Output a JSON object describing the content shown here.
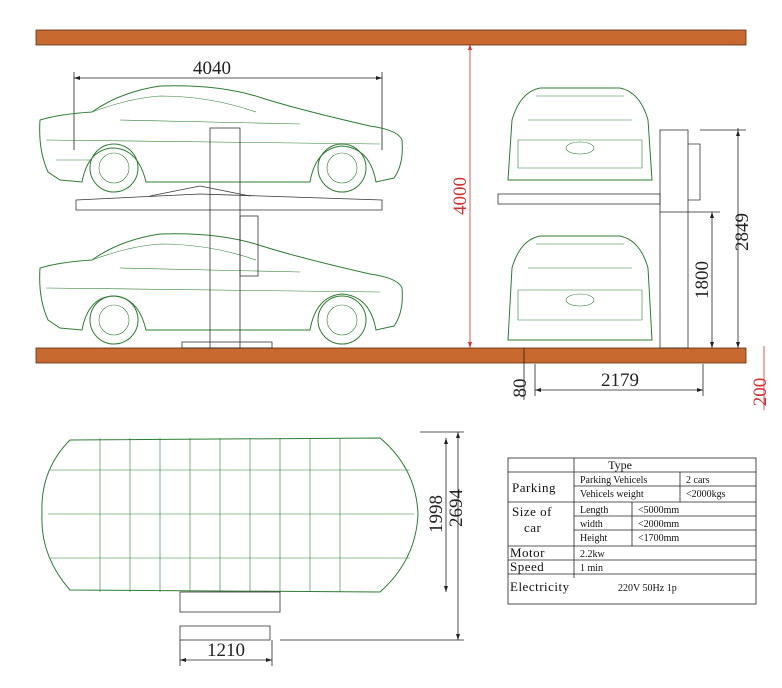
{
  "colors": {
    "slab": "#c8692f",
    "car_line": "#2e7d32",
    "dim_red": "#d32f2f",
    "dim_black": "#222222"
  },
  "dimensions": {
    "length": "4040",
    "total_height": "4000",
    "width_front": "2179",
    "upper_height": "2849",
    "lower_height": "1800",
    "slab_thickness": "80",
    "pit_depth": "200",
    "car_width": "1998",
    "overall_width": "2694",
    "base_width": "1210"
  },
  "spec_table": {
    "header": "Type",
    "rows": [
      {
        "label": "Parking",
        "key": "Parking Vehicels",
        "value": "2 cars"
      },
      {
        "label": "",
        "key": "Vehicels weight",
        "value": "<2000kgs"
      },
      {
        "label": "Size of",
        "key": "Length",
        "value": "<5000mm"
      },
      {
        "label": "car",
        "key": "width",
        "value": "<2000mm"
      },
      {
        "label": "",
        "key": "Height",
        "value": "<1700mm"
      },
      {
        "label": "Motor",
        "key": "2.2kw",
        "value": ""
      },
      {
        "label": "Speed",
        "key": "1 min",
        "value": ""
      },
      {
        "label": "Electricity",
        "key": "220V  50Hz  1p",
        "value": ""
      }
    ]
  }
}
